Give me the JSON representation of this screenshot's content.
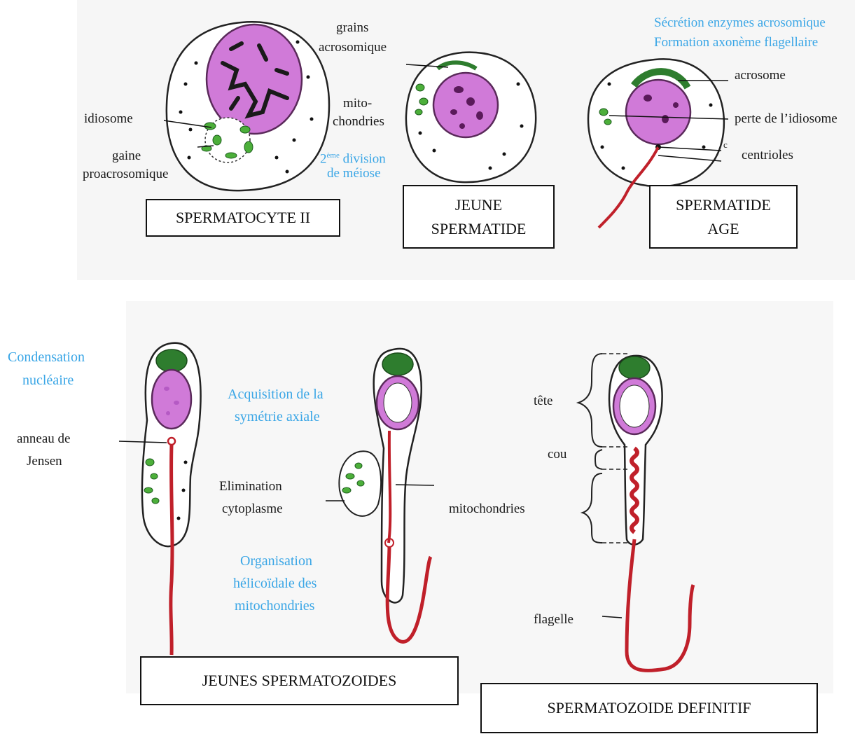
{
  "top": {
    "spermatocyte_ii": {
      "title": "SPERMATOCYTE II",
      "labels": {
        "idiosome": "idiosome",
        "gaine_1": "gaine",
        "gaine_2": "proacrosomique",
        "grains_1": "grains",
        "grains_2": "acrosomique",
        "mito_1": "mito-",
        "mito_2": "chondries"
      },
      "division_ord": "2",
      "division_sup": "ème",
      "division_1_rest": " division",
      "division_2": "de méiose"
    },
    "jeune_spermatide": {
      "title_1": "JEUNE",
      "title_2": "SPERMATIDE"
    },
    "spermatide_age": {
      "title_1": "SPERMATIDE",
      "title_2": "AGE",
      "process_1": "Sécrétion enzymes acrosomique",
      "process_2": "Formation axonème flagellaire",
      "labels": {
        "acrosome": "acrosome",
        "perte": "perte de l’idiosome",
        "centrioles": "centrioles",
        "c": "c"
      }
    }
  },
  "bottom": {
    "jeunes_spermatozoides": {
      "title": "JEUNES SPERMATOZOIDES",
      "condensation_1": "Condensation",
      "condensation_2": "nucléaire",
      "anneau_1": "anneau de",
      "anneau_2": "Jensen",
      "acquisition_1": "Acquisition de la",
      "acquisition_2": "symétrie axiale",
      "elimination_1": "Elimination",
      "elimination_2": "cytoplasme",
      "organisation_1": "Organisation",
      "organisation_2": "hélicoïdale des",
      "organisation_3": "mitochondries",
      "mitochondries": "mitochondries"
    },
    "spermatozoide_definitif": {
      "title": "SPERMATOZOIDE DEFINITIF",
      "tete": "tête",
      "cou": "cou",
      "flagelle": "flagelle"
    }
  },
  "colors": {
    "nucleus": "#c873d4",
    "nucleus_dark": "#8b2a7a",
    "acrosome": "#2e7d2e",
    "mitochondria": "#4caf3a",
    "flagellum": "#c0202a",
    "process_text": "#3aa6e6"
  }
}
